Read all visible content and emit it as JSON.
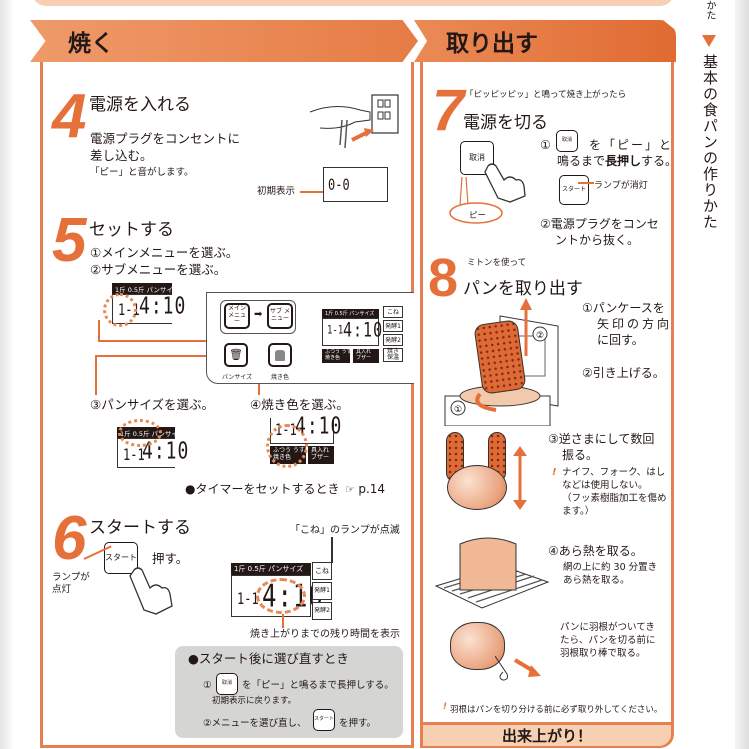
{
  "sidebar": {
    "top_fragment": "かた",
    "title": "基本の食パンの作りかた",
    "accent": "#e5703a"
  },
  "sections": {
    "bake": {
      "title": "焼く"
    },
    "take_out": {
      "title": "取り出す",
      "footer": "出来上がり！"
    }
  },
  "colors": {
    "accent": "#e5703a",
    "header_light": "#ef9a6a",
    "header_dark": "#e06b32",
    "band": "#f7cfb3",
    "gray_box": "#d5d5d4"
  },
  "step4": {
    "number": "4",
    "title": "電源を入れる",
    "text_line1": "電源プラグをコンセントに",
    "text_line2": "差し込む。",
    "note": "「ピー」と音がします。",
    "display_label": "初期表示",
    "display_value": "0-0"
  },
  "step5": {
    "number": "5",
    "title": "セットする",
    "sub1": "①メインメニューを選ぶ。",
    "sub2": "②サブメニューを選ぶ。",
    "sub3": "③パンサイズを選ぶ。",
    "sub4": "④焼き色を選ぶ。",
    "lcd_top": "1斤  0.5斤  パンサイズ",
    "lcd_menu": "メニュー",
    "lcd_code": "1-1",
    "lcd_time": "4:10",
    "keys": {
      "main_menu": "メイン\nメニュー",
      "sub_menu": "サブ\nメニュー",
      "bread_size": "パンサイズ",
      "crust_color": "焼き色"
    },
    "lcd_bottom_left": "ふつう うすい\n焼き色",
    "lcd_bottom_right": "具入れ\nブザー",
    "side_labels": [
      "こね",
      "発酵1",
      "発酵2",
      "焼き\n保温"
    ],
    "timer_note": "●タイマーをセットするとき",
    "timer_ref": "p.14"
  },
  "step6": {
    "number": "6",
    "title": "スタートする",
    "start_key": "スタート",
    "press": "押す。",
    "lamp_on": "ランプが\n点灯",
    "blink_note": "「こね」のランプが点滅",
    "lcd_top": "1斤  0.5斤  パンサイズ",
    "lcd_code": "1-1",
    "lcd_time": "4:10",
    "side_labels": [
      "こね",
      "発酵1",
      "発酵2"
    ],
    "remaining_note": "焼き上がりまでの残り時間を表示",
    "reselect": {
      "title": "●スタート後に選び直すとき",
      "line1_prefix": "①",
      "cancel_key": "取消",
      "line1_suffix": "を「ピー」と鳴るまで長押しする。",
      "line1_note": "初期表示に戻ります。",
      "line2_prefix": "②メニューを選び直し、",
      "start_key": "スタート",
      "line2_suffix": "を押す。"
    }
  },
  "step7": {
    "number": "7",
    "lead": "「ピッピッピッ」と鳴って焼き上がったら",
    "title": "電源を切る",
    "cancel_key": "取消",
    "beep": "ピー",
    "sub1_prefix": "①",
    "sub1_suffix1": "を「ピー」と",
    "sub1_suffix2_a": "鳴るまで",
    "sub1_suffix2_b": "長押し",
    "sub1_suffix2_c": "する。",
    "start_key": "スタート",
    "lamp_off": "ランプが消灯",
    "sub2_line1": "②電源プラグをコンセ",
    "sub2_line2": "ントから抜く。"
  },
  "step8": {
    "number": "8",
    "lead": "ミトンを使って",
    "title": "パンを取り出す",
    "sub1_line1": "①パンケースを",
    "sub1_line2": "矢印の方向",
    "sub1_line3": "に回す。",
    "sub2": "②引き上げる。",
    "sub3_line1": "③逆さまにして数回",
    "sub3_line2": "振る。",
    "warn1_line1": "ナイフ、フォーク、はし",
    "warn1_line2": "などは使用しない。",
    "warn1_line3": "（フッ素樹脂加工を傷め",
    "warn1_line4": "ます。）",
    "sub4": "④あら熱を取る。",
    "sub4_note1": "網の上に約 30 分置き",
    "sub4_note2": "あら熱を取る。",
    "blade_line1": "パンに羽根がついてき",
    "blade_line2": "たら、パンを切る前に",
    "blade_line3": "羽根取り棒で取る。",
    "warn2": "羽根はパンを切り分ける前に必ず取り外してください。",
    "label_1": "①",
    "label_2": "②"
  }
}
